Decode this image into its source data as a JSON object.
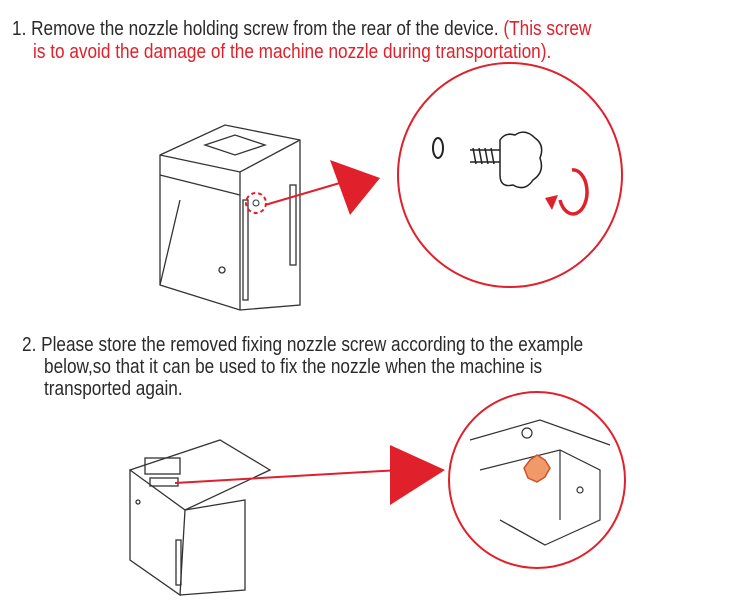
{
  "step1": {
    "number": "1.",
    "text": "Remove the nozzle holding screw from the rear of the device.",
    "note_part1": "(This screw",
    "note_part2": "is to avoid the damage of the machine nozzle during transportation)."
  },
  "step2": {
    "number": "2.",
    "line1": "Please store the removed fixing nozzle screw according to the example",
    "line2": "below,so that it can be used to fix the nozzle when the machine is",
    "line3": "transported again."
  },
  "colors": {
    "accent": "#e0202a",
    "text": "#2a2a2a"
  }
}
